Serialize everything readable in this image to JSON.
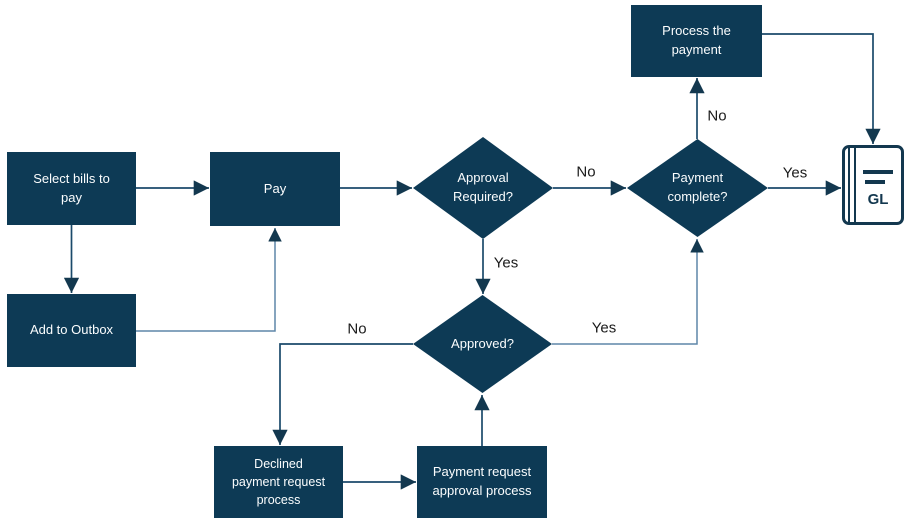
{
  "nodes": {
    "select_bills": {
      "label": "Select bills to pay",
      "type": "process"
    },
    "add_to_outbox": {
      "label": "Add to Outbox",
      "type": "process"
    },
    "pay": {
      "label": "Pay",
      "type": "process"
    },
    "approval_required": {
      "label": "Approval Required?",
      "type": "decision"
    },
    "approved": {
      "label": "Approved?",
      "type": "decision"
    },
    "payment_complete": {
      "label": "Payment complete?",
      "type": "decision"
    },
    "process_payment": {
      "label": "Process the payment",
      "type": "process"
    },
    "declined_process": {
      "label": "Declined payment request process",
      "type": "process"
    },
    "approval_process": {
      "label": "Payment request approval process",
      "type": "process"
    },
    "gl_ledger": {
      "label": "GL",
      "type": "document"
    }
  },
  "edge_labels": {
    "approval_required_no": "No",
    "approval_required_yes": "Yes",
    "approved_no": "No",
    "approved_yes": "Yes",
    "payment_complete_no": "No",
    "payment_complete_yes": "Yes"
  },
  "edges": [
    {
      "from": "select_bills",
      "to": "pay",
      "label": ""
    },
    {
      "from": "select_bills",
      "to": "add_to_outbox",
      "label": ""
    },
    {
      "from": "add_to_outbox",
      "to": "pay",
      "label": ""
    },
    {
      "from": "pay",
      "to": "approval_required",
      "label": ""
    },
    {
      "from": "approval_required",
      "to": "payment_complete",
      "label": "No"
    },
    {
      "from": "approval_required",
      "to": "approved",
      "label": "Yes"
    },
    {
      "from": "approved",
      "to": "payment_complete",
      "label": "Yes"
    },
    {
      "from": "approved",
      "to": "declined_process",
      "label": "No"
    },
    {
      "from": "declined_process",
      "to": "approval_process",
      "label": ""
    },
    {
      "from": "approval_process",
      "to": "approved",
      "label": ""
    },
    {
      "from": "payment_complete",
      "to": "process_payment",
      "label": "No"
    },
    {
      "from": "payment_complete",
      "to": "gl_ledger",
      "label": "Yes"
    },
    {
      "from": "process_payment",
      "to": "gl_ledger",
      "label": ""
    }
  ],
  "colors": {
    "node_fill": "#0D3A55",
    "node_text": "#FBFDFE",
    "connector": "#1B4A6B",
    "connector_light": "#5E86A8",
    "arrowhead": "#13384F",
    "label_text": "#1A1A1A",
    "background": "#FFFFFF"
  }
}
